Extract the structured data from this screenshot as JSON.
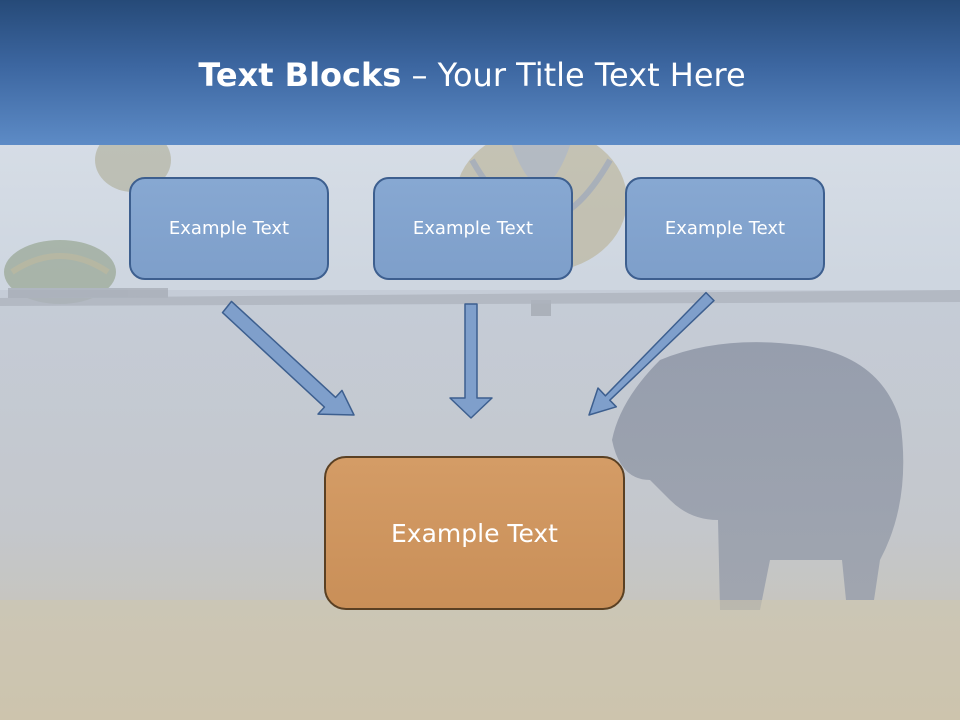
{
  "slide": {
    "title_bold": "Text Blocks",
    "title_rest": " – Your Title Text Here"
  },
  "diagram": {
    "top_boxes": [
      {
        "label": "Example Text"
      },
      {
        "label": "Example Text"
      },
      {
        "label": "Example Text"
      }
    ],
    "bottom_box": {
      "label": "Example Text"
    }
  },
  "colors": {
    "header_top": "#264a78",
    "header_bottom": "#5d8bc6",
    "box_fill": "#86a7d1",
    "box_border": "#3d5f8f",
    "arrow_fill": "#7f9fcb",
    "arrow_stroke": "#3d5f8f",
    "target_fill": "#cd955d",
    "target_border": "#5a4023"
  }
}
